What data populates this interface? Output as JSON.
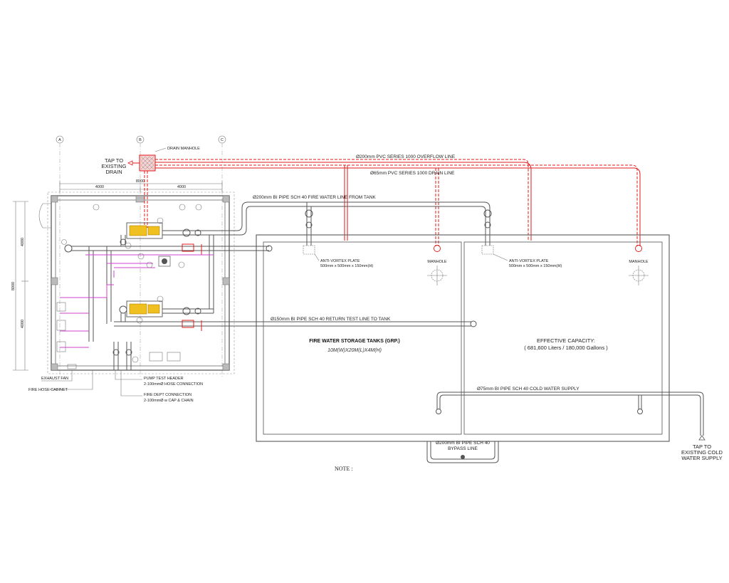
{
  "grid": {
    "a": "A",
    "b": "B",
    "c": "C"
  },
  "top_dims": {
    "overall": "8000",
    "left": "4000",
    "right": "4000"
  },
  "side_dims": {
    "overall": "8000",
    "upper": "4000",
    "lower": "4000"
  },
  "labels": {
    "drain_manhole": "DRAIN MANHOLE",
    "tap_drain": [
      "TAP TO",
      "EXISTING",
      "DRAIN"
    ],
    "overflow_line": "Ø200mm PVC SERIES 1000 OVERFLOW LINE",
    "drain_line": "Ø65mm PVC SERIES 1000 DRAIN LINE",
    "fire_water_line": "Ø200mm BI PIPE SCH 40 FIRE WATER LINE FROM TANK",
    "anti_vortex_1": [
      "ANTI-VORTEX PLATE",
      "500mm x 500mm x 150mm(H)"
    ],
    "anti_vortex_2": [
      "ANTI-VORTEX PLATE",
      "500mm x 500mm x 150mm(H)"
    ],
    "manhole_1": "MANHOLE",
    "manhole_2": "MANHOLE",
    "return_line": "Ø150mm BI PIPE SCH 40 RETURN TEST LINE TO TANK",
    "tank_title": "FIRE WATER STORAGE TANKS (GRP.)",
    "tank_dims": "10M(W)X20M(L)X4M(H)",
    "capacity_title": "EFFECTIVE CAPACITY:",
    "capacity_value": "( 681,600 Liters / 180,000 Gallons )",
    "cold_water": "Ø75mm BI PIPE SCH 40 COLD WATER SUPPLY",
    "bypass": [
      "Ø200mm BI PIPE SCH 40",
      "BYPASS LINE"
    ],
    "tap_cold": [
      "TAP TO",
      "EXISTING COLD",
      "WATER SUPPLY"
    ],
    "exhaust_fan": "EXHAUST FAN",
    "hose_cabinet": "FIRE HOSE CABINET",
    "pump_test": [
      "PUMP TEST HEADER",
      "2-100mmØ HOSE CONNECTION"
    ],
    "fire_dept": [
      "FIRE DEPT CONNECTION",
      "2-100mmØ w CAP & CHAIN"
    ],
    "note": "NOTE :"
  },
  "colors": {
    "pipe": "#555555",
    "drain_red": "#e01818",
    "magenta": "#d040d0",
    "pump_yellow": "#f0c020"
  }
}
